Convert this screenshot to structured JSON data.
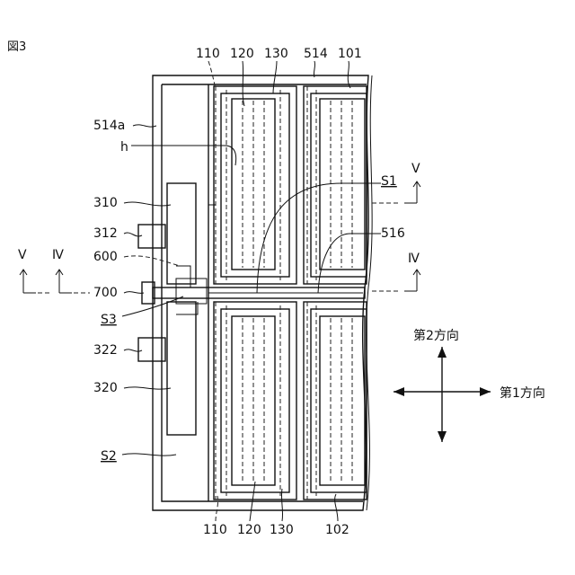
{
  "figure": {
    "number": "図3",
    "labels": {
      "l110_top": "110",
      "l120_top": "120",
      "l130_top": "130",
      "l514": "514",
      "l101": "101",
      "l514a": "514a",
      "lh": "h",
      "l310": "310",
      "l312": "312",
      "l600": "600",
      "l700": "700",
      "lS3": "S3",
      "l322": "322",
      "l320": "320",
      "lS2": "S2",
      "lS1": "S1",
      "l516": "516",
      "l110_bot": "110",
      "l120_bot": "120",
      "l130_bot": "130",
      "l102": "102",
      "lV_left": "V",
      "lIV_left": "Ⅳ",
      "lV_right": "V",
      "lIV_right": "Ⅳ"
    },
    "directions": {
      "second": "第2方向",
      "first": "第1方向"
    }
  }
}
